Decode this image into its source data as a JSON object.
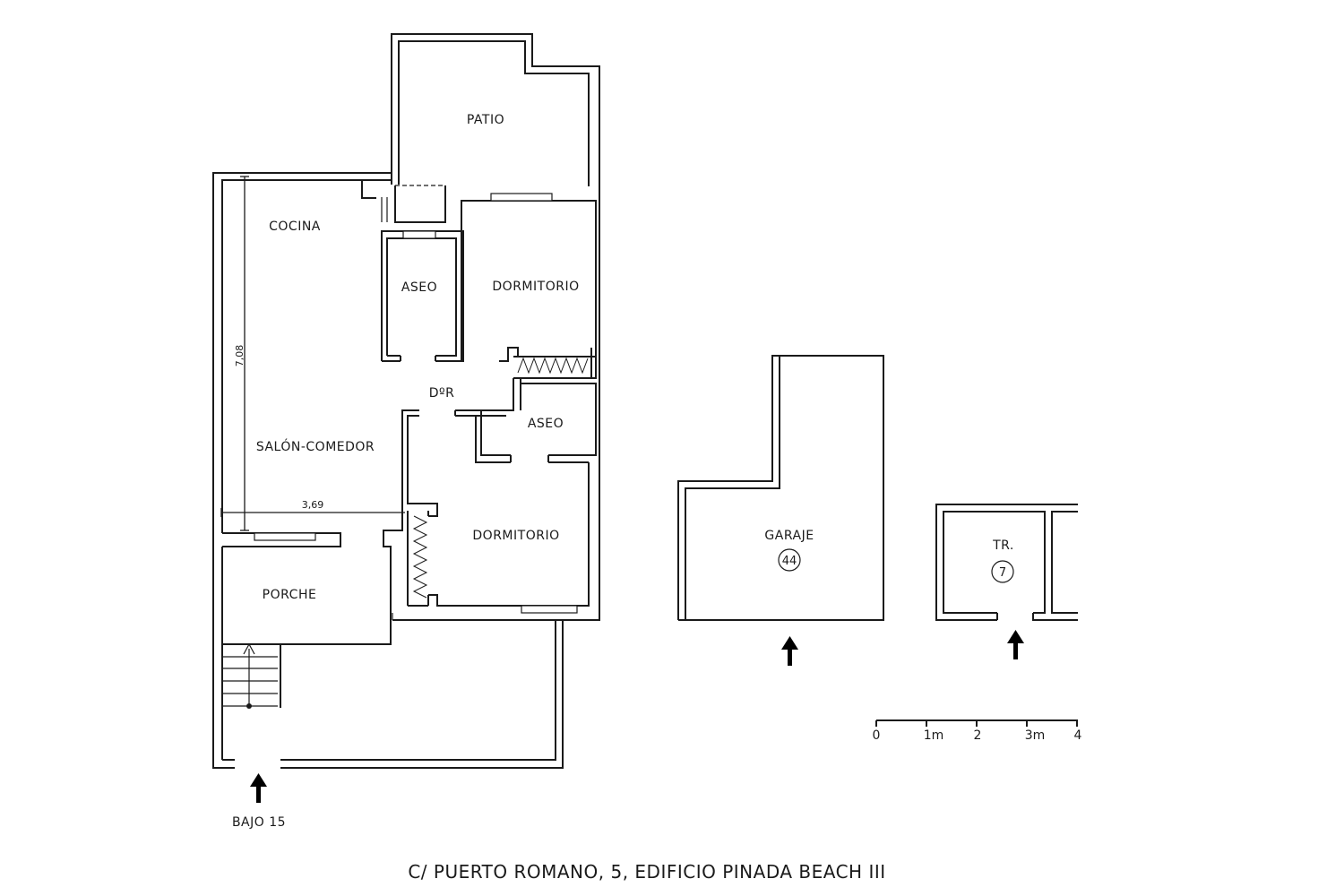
{
  "rooms": {
    "patio": "PATIO",
    "cocina": "COCINA",
    "aseo_1": "ASEO",
    "dormitorio_1": "DORMITORIO",
    "distribuidor": "DºR",
    "aseo_2": "ASEO",
    "salon_comedor": "SALÓN-COMEDOR",
    "dormitorio_2": "DORMITORIO",
    "porche": "PORCHE"
  },
  "dimensions": {
    "vertical": "7,08",
    "horizontal": "3,69"
  },
  "entrance_label": "BAJO 15",
  "garage": {
    "label": "GARAJE",
    "number": "44"
  },
  "storage": {
    "label": "TR.",
    "number": "7"
  },
  "scale": {
    "ticks": [
      "0",
      "1m",
      "2",
      "3m",
      "4"
    ]
  },
  "address": "C/ PUERTO ROMANO, 5, EDIFICIO PINADA BEACH III"
}
